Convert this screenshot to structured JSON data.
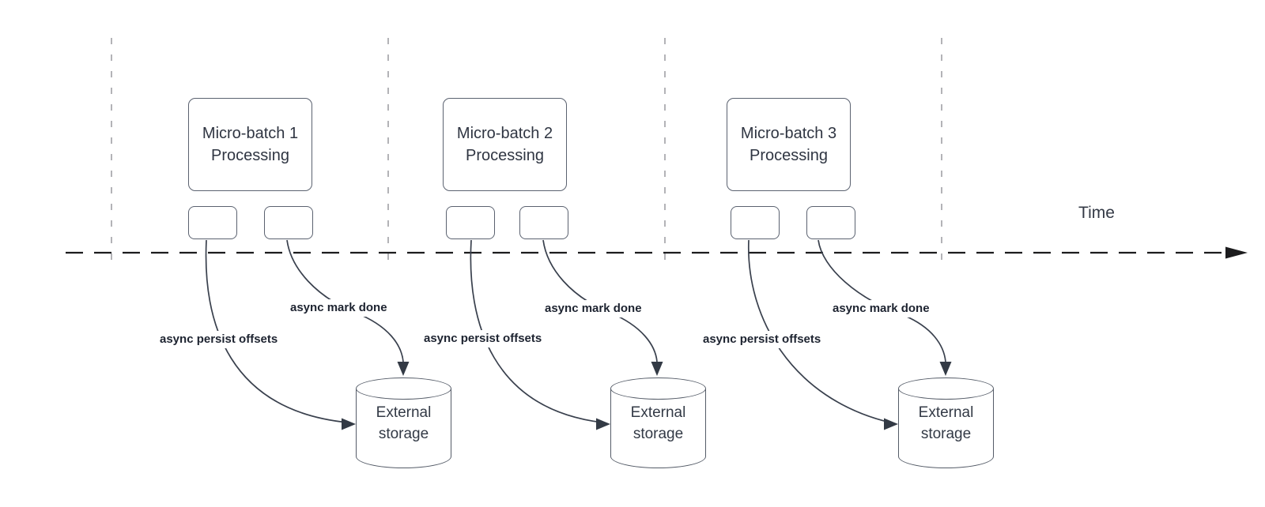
{
  "diagram": {
    "time_axis": {
      "label": "Time"
    },
    "batches": [
      {
        "box_label": "Micro-batch 1\nProcessing",
        "persist_label": "async persist offsets",
        "mark_done_label": "async mark done",
        "storage_label": "External\nstorage"
      },
      {
        "box_label": "Micro-batch 2\nProcessing",
        "persist_label": "async persist offsets",
        "mark_done_label": "async mark done",
        "storage_label": "External\nstorage"
      },
      {
        "box_label": "Micro-batch 3\nProcessing",
        "persist_label": "async persist offsets",
        "mark_done_label": "async mark done",
        "storage_label": "External\nstorage"
      }
    ],
    "colors": {
      "background": "#ffffff",
      "guide_line": "#b3b3b7",
      "time_axis_line": "#1c1c1e",
      "shape_border": "#5b6270",
      "arrow_stroke": "#39404d",
      "shape_text": "#2f3542",
      "flow_label_text": "#1d2330"
    }
  }
}
